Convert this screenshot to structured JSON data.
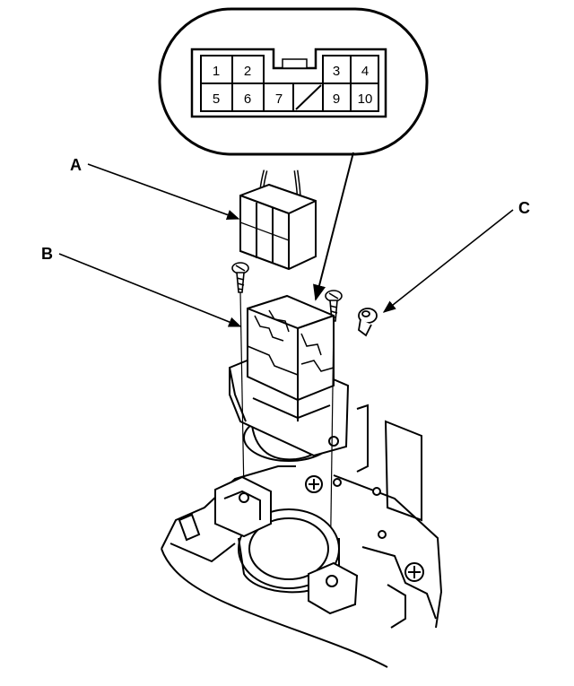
{
  "connector_pins": {
    "top_row": [
      "1",
      "2",
      "3",
      "4"
    ],
    "bottom_row": [
      "5",
      "6",
      "7",
      "9",
      "10"
    ]
  },
  "callouts": {
    "a": "A",
    "b": "B",
    "c": "C"
  },
  "colors": {
    "ink": "#000000",
    "paper": "#ffffff"
  }
}
